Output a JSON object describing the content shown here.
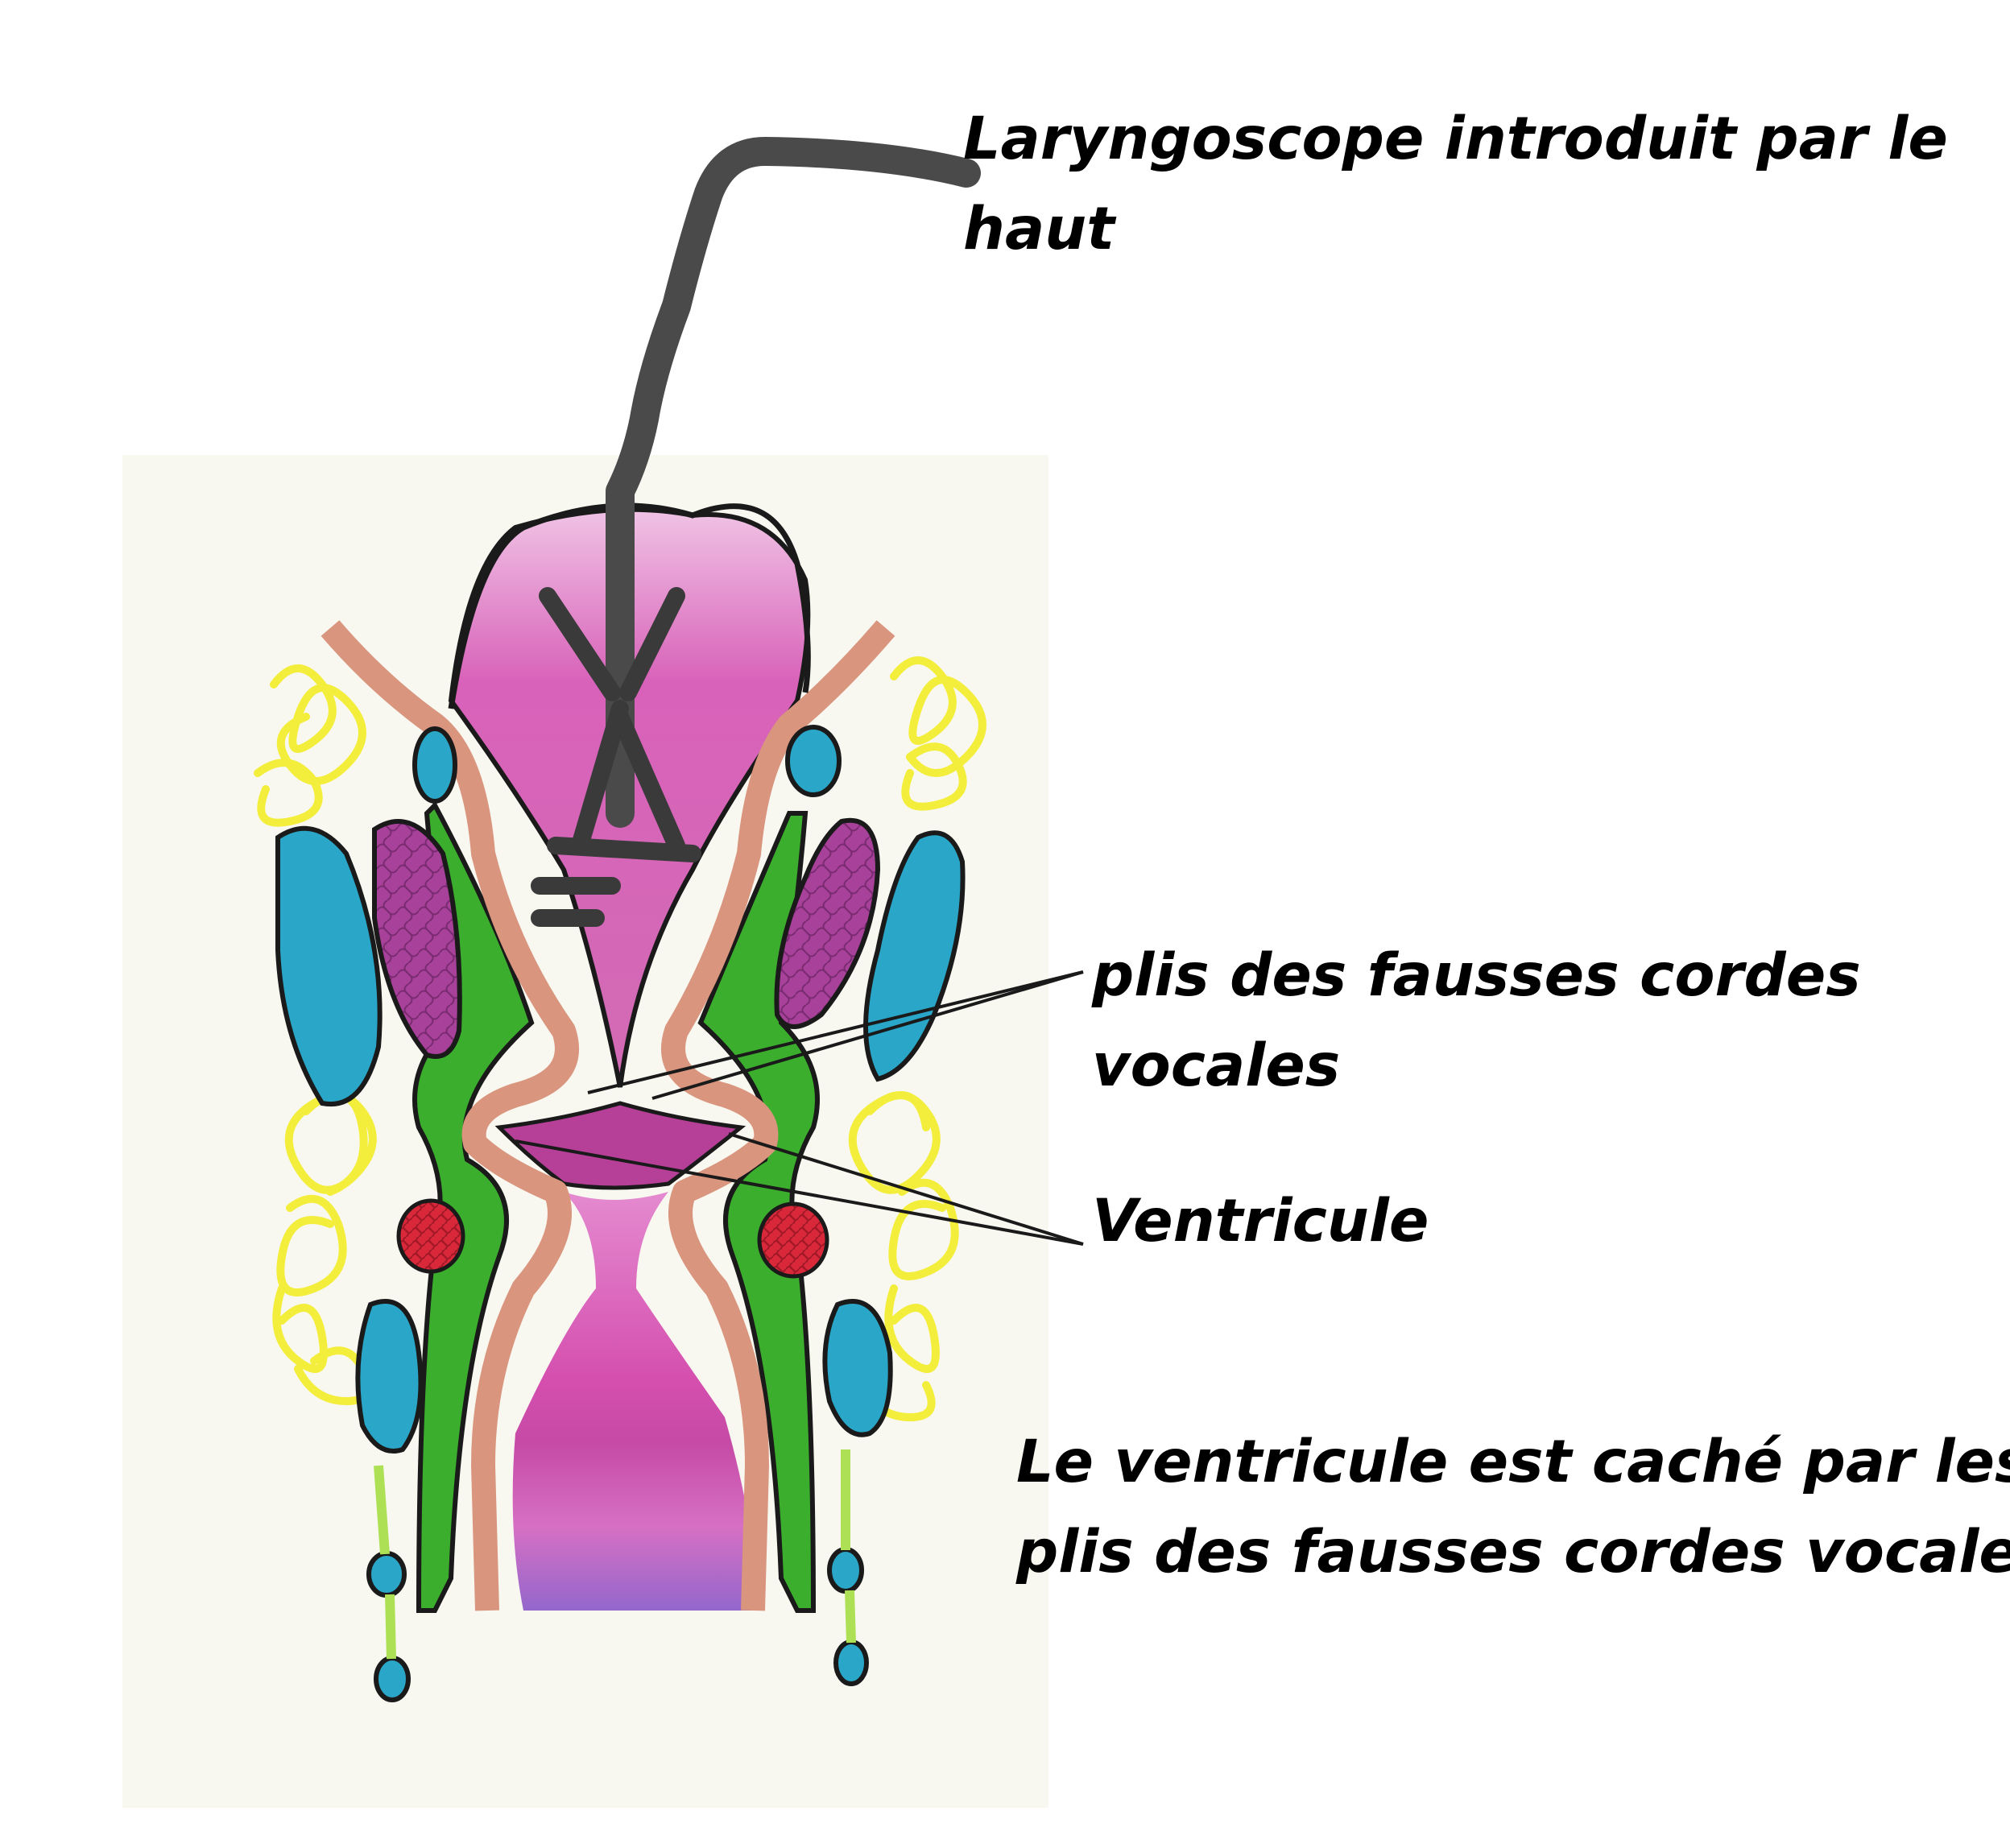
{
  "labels": {
    "laryngoscope": {
      "line1": "Laryngoscope introduit par le",
      "line2": "haut"
    },
    "false_vocal_folds": {
      "line1": "plis des fausses cordes",
      "line2": "vocales"
    },
    "ventricle": {
      "line1": "Ventricule"
    },
    "note": {
      "line1": "Le ventricule est caché par les",
      "line2": "plis des fausses cordes vocales"
    }
  },
  "colors": {
    "paper": "#f9f9f2",
    "laryngoscope": "#4a4a4a",
    "lumen_pink": "#d94fb0",
    "lumen_purple": "#8c5ec8",
    "mucosa": "#d9957e",
    "muscle_green": "#3cae2e",
    "blue_structures": "#2aa7c8",
    "lymph_yellow": "#f3ee3c",
    "magenta_glands": "#b8378c",
    "red_nodes": "#d8283a",
    "outline": "#1a1a1a"
  }
}
